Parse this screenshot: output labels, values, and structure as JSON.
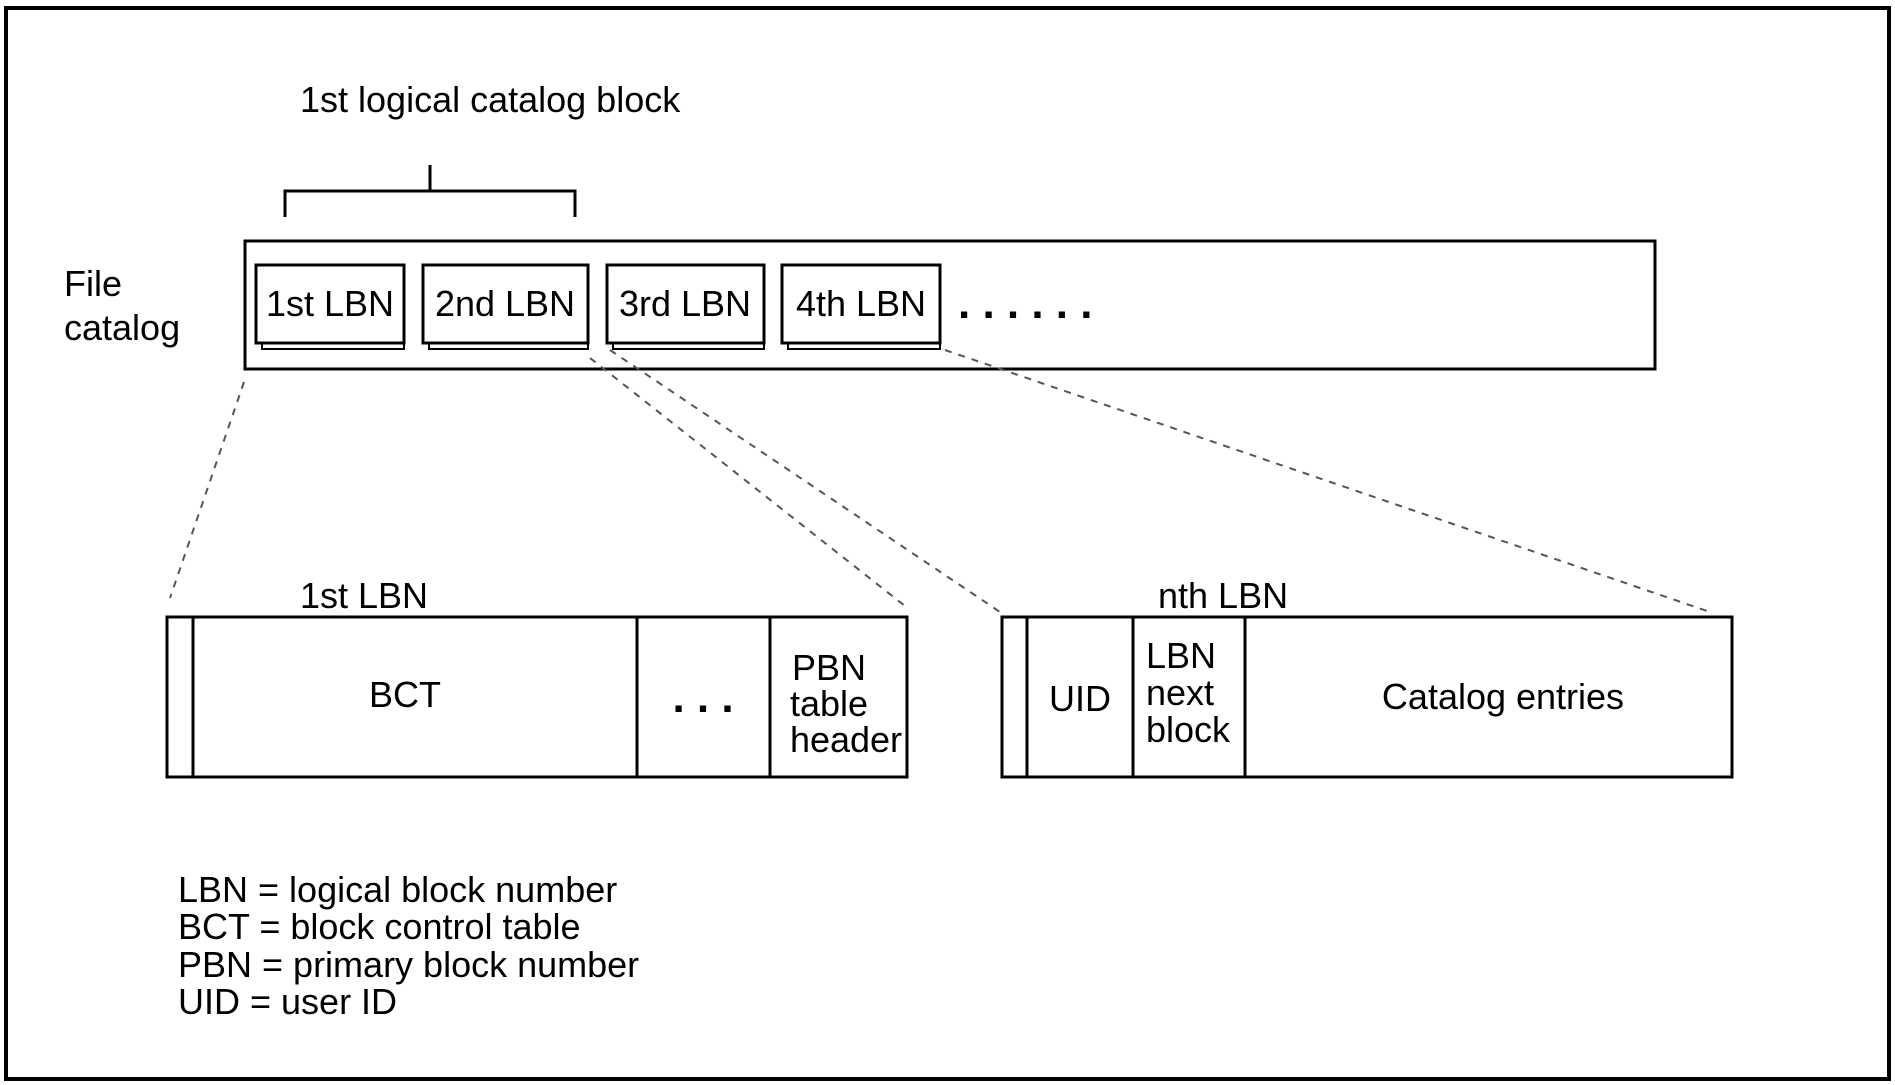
{
  "title": "1st logical catalog block",
  "file_catalog_label": [
    "File",
    "catalog"
  ],
  "catalog_blocks": [
    "1st LBN",
    "2nd LBN",
    "3rd LBN",
    "4th LBN"
  ],
  "continuation": ". . . . . .",
  "block_1": {
    "title": "1st LBN",
    "bct": "BCT",
    "ellipsis": ". . .",
    "pbn_header": [
      "PBN",
      "table",
      "header"
    ]
  },
  "block_n": {
    "title": "nth LBN",
    "uid": "UID",
    "lbn_next": [
      "LBN",
      "next",
      "block"
    ],
    "entries": "Catalog entries"
  },
  "legend": [
    "LBN = logical block number",
    "BCT = block control table",
    "PBN = primary block number",
    "UID  = user ID"
  ]
}
